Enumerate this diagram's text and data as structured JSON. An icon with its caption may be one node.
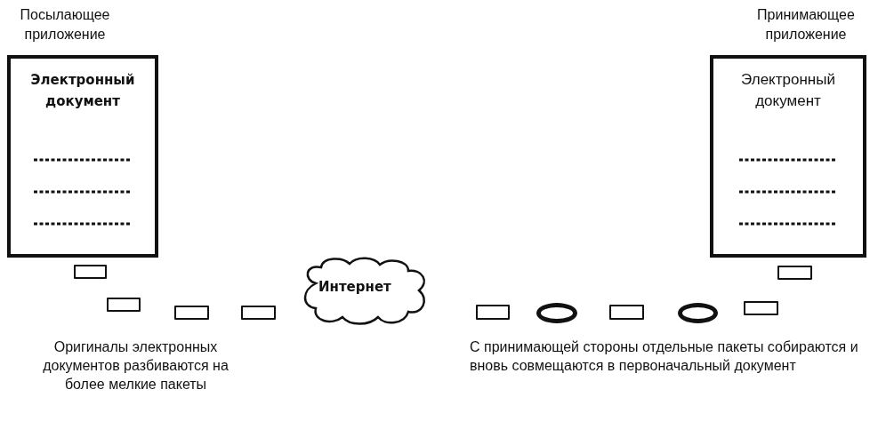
{
  "diagram": {
    "nodes": [
      {
        "text": [
          "Посылающее приложение",
          "Электронный документ"
        ]
      },
      {
        "text": [
          "Принимающее приложение",
          "Электронный документ"
        ]
      },
      {
        "text": [],
        "shape": "box"
      },
      {
        "text": [],
        "shape": "box"
      },
      {
        "text": [],
        "shape": "box"
      },
      {
        "text": [],
        "shape": "box"
      },
      {
        "text": [
          "Интернет"
        ]
      },
      {
        "text": [],
        "shape": "box"
      },
      {
        "text": [],
        "shape": "circle"
      },
      {
        "text": [],
        "shape": "box"
      },
      {
        "text": [],
        "shape": "circle"
      },
      {
        "text": [],
        "shape": "box"
      },
      {
        "text": [],
        "shape": "box"
      }
    ],
    "labels": [
      "Оригиналы электронных документов разбиваются на более мелкие пакеты",
      "С принимающей стороны отдельные пакеты собираются и вновь совмещаются в первоначальный документ"
    ]
  }
}
